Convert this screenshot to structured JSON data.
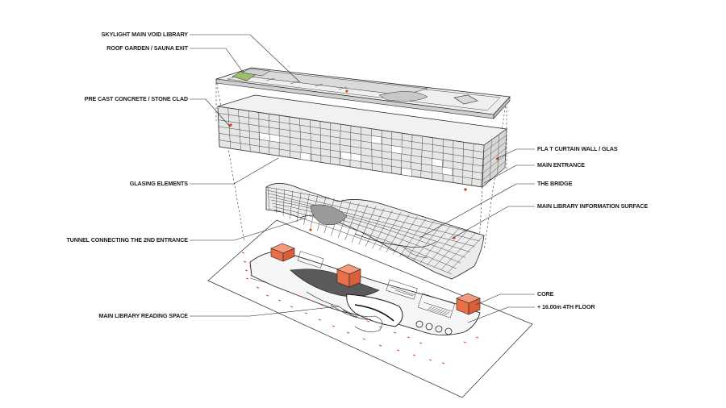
{
  "labels": {
    "skylight": "SKYLIGHT MAIN VOID LIBRARY",
    "roof_garden": "ROOF GARDEN / SAUNA EXIT",
    "precast": "PRE CAST CONCRETE / STONE CLAD",
    "glasing": "GLASING ELEMENTS",
    "tunnel": "TUNNEL CONNECTING THE 2ND ENTRANCE",
    "reading": "MAIN LIBRARY READING SPACE",
    "curtain_wall": "FLA T CURTAIN WALL / GLAS",
    "main_entrance": "MAIN ENTRANCE",
    "bridge": "THE BRIDGE",
    "info_surface": "MAIN LIBRARY INFORMATION SURFACE",
    "core": "CORE",
    "floor": "+ 16.00m 4TH FLOOR"
  },
  "colors": {
    "line": "#222222",
    "facade_fill": "#e8e8e8",
    "core_orange": "#e8714a",
    "marker_red": "#d94a2b"
  }
}
